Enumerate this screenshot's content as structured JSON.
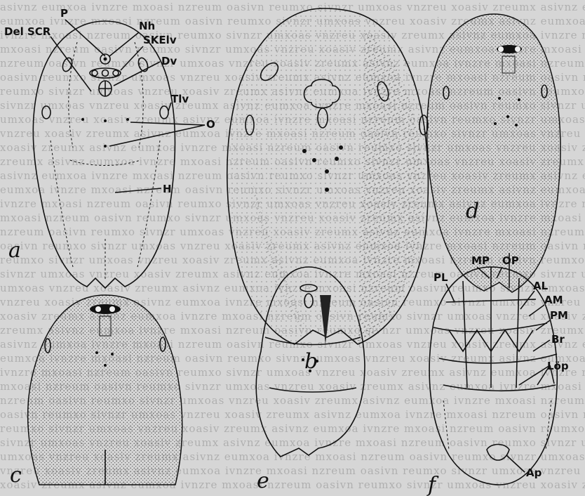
{
  "figures": [
    {
      "letter": "a"
    },
    {
      "letter": "b"
    },
    {
      "letter": "c"
    },
    {
      "letter": "d"
    },
    {
      "letter": "e"
    },
    {
      "letter": "f"
    }
  ],
  "labels_a": {
    "p": "P",
    "del_scr": "Del SCR",
    "nh": "Nh",
    "skelv": "SKElv",
    "dv": "Dv",
    "tlv": "Tlv",
    "o": "O",
    "h": "H"
  },
  "labels_f": {
    "mp": "MP",
    "op": "OP",
    "pl": "PL",
    "al": "AL",
    "am": "AM",
    "pm": "PM",
    "br": "Br",
    "lop": "Löp",
    "ap": "Ap"
  },
  "colors": {
    "paper": "#d6d6d6",
    "ink": "#111111",
    "stipple": "#555555"
  }
}
